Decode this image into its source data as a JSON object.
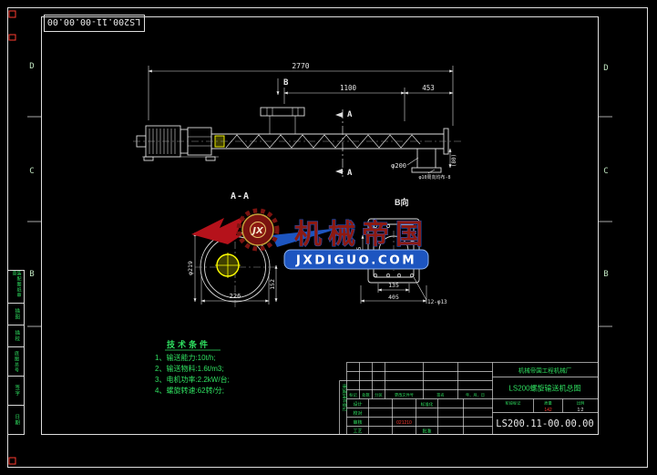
{
  "colors": {
    "background": "#000000",
    "line": "#dedede",
    "annotation_green": "#2fe060",
    "attribute_red": "#ff3b30",
    "highlight_yellow": "#ffff00",
    "brand_red": "#8d1a12",
    "brand_blue": "#1d55c0"
  },
  "stamp": {
    "drawing_no": "LS200.11-00.00.00"
  },
  "zones": {
    "d": "D",
    "c": "C",
    "b": "B"
  },
  "main_view": {
    "dim_overall": "2770",
    "dim_inlet": "1100",
    "dim_right": "453",
    "dim_height": "(80)",
    "label_b": "B",
    "label_a_top": "A",
    "label_a_bottom": "A",
    "note_outlet_dia": "φ200",
    "note_outlet_holes": "φ10周向均布-8"
  },
  "section_aa": {
    "label": "A-A",
    "dim_width": "226",
    "dim_height": "152",
    "dim_dia": "φ219"
  },
  "view_b": {
    "label": "B向",
    "dim_inner": "135",
    "dim_outer": "405",
    "dim_side": "135",
    "note_holes": "12-φ13"
  },
  "notes": {
    "title": "技术条件",
    "line1": "1、输送能力:10t/h;",
    "line2": "2、输送物料:1.6t/m3;",
    "line3": "3、电机功率:2.2kW/台;",
    "line4": "4、螺旋转速:62转/分;"
  },
  "watermark": {
    "brand": "机械帝国",
    "domain": "JXDIGUO.COM",
    "monogram": "JX"
  },
  "margin": {
    "cell1": "装配图纸审查",
    "cell2": "描图",
    "cell3": "描校",
    "cell4": "底图总号",
    "cell5": "签字",
    "cell6": "日期"
  },
  "title_block": {
    "company": "机械帝国工程机械厂",
    "product_title": "LS200螺旋输送机总图",
    "drawing_no": "LS200.11-00.00.00",
    "side_label": "借(通)用件登记",
    "header": {
      "mark": "标记",
      "count": "处数",
      "zone": "分区",
      "doc_no": "更改文件号",
      "sign": "签名",
      "date": "年、月、日"
    },
    "roles": {
      "design": "设计",
      "check": "校对",
      "review": "审核",
      "process": "工艺",
      "standard": "标准化",
      "approve": "批准"
    },
    "fields": {
      "stage": "阶段标记",
      "weight": "质量",
      "scale": "比例"
    },
    "values": {
      "weight": "142",
      "scale": "1:2",
      "date": "021210"
    }
  }
}
